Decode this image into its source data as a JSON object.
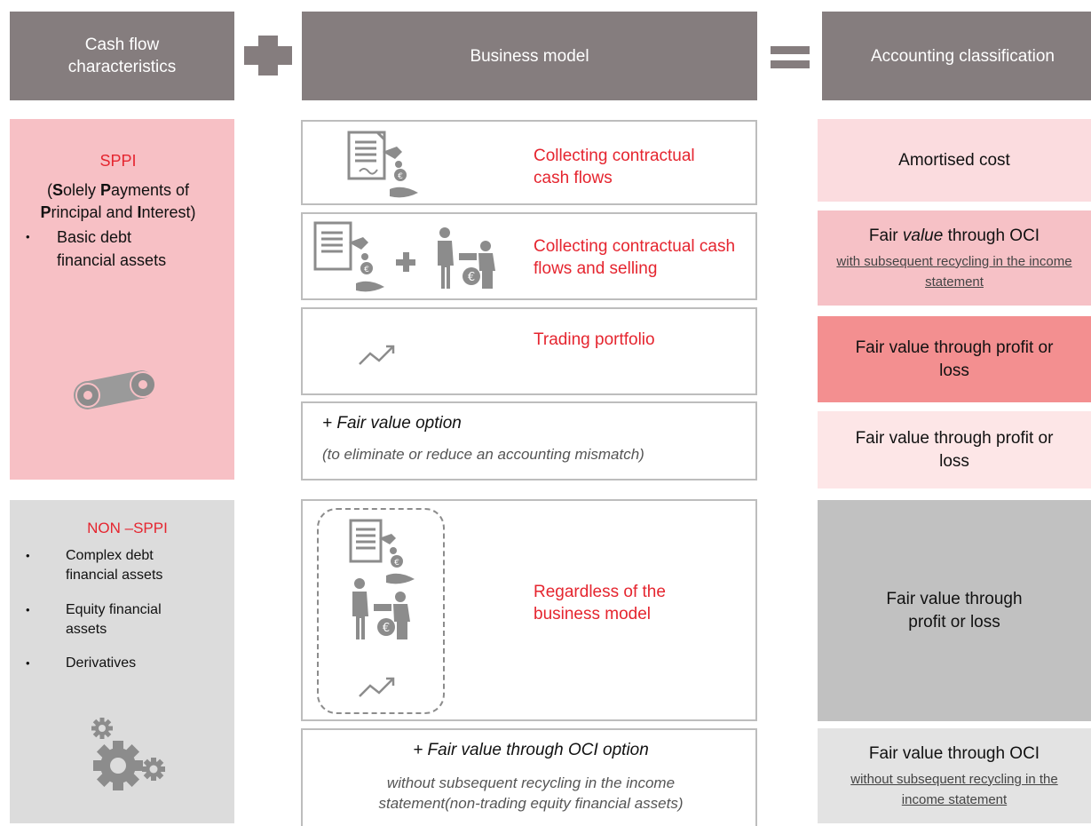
{
  "headers": {
    "cash_flow": "Cash flow characteristics",
    "business_model": "Business model",
    "accounting": "Accounting classification"
  },
  "sppi": {
    "title": "SPPI",
    "desc_line1_p1": "S",
    "desc_line1_p2": "olely ",
    "desc_line1_p3": "P",
    "desc_line1_p4": "ayments of",
    "desc_line2_p1": "P",
    "desc_line2_p2": "rincipal and ",
    "desc_line2_p3": "I",
    "desc_line2_p4": "nterest)",
    "desc_open": "(",
    "bullet": "•",
    "item": "Basic debt financial assets"
  },
  "non_sppi": {
    "title": "NON –SPPI",
    "bullet": "•",
    "items": [
      "Complex debt financial assets",
      "Equity financial assets",
      "Derivatives"
    ]
  },
  "business": {
    "collecting": "Collecting contractual cash flows",
    "collecting_selling": "Collecting contractual cash flows and selling",
    "trading": "Trading portfolio",
    "fvo_title": "+ Fair value option",
    "fvo_sub": "(to eliminate or reduce an accounting mismatch)",
    "regardless": "Regardless of the business model",
    "oci_option_title": "+ Fair value through OCI option",
    "oci_option_sub": "without subsequent recycling in the income statement(non-trading equity financial assets)"
  },
  "results": {
    "amortised": "Amortised cost",
    "fv_oci_a": "Fair ",
    "fv_oci_b": "value",
    "fv_oci_c": " through OCI",
    "fv_oci_sub": "with subsequent recycling in the income statement",
    "fvpl_trading": "Fair value through profit or loss",
    "fvpl_option": "Fair value through profit or loss",
    "fvpl_non_sppi": "Fair value through profit or loss",
    "fv_oci_equity": "Fair value through OCI",
    "fv_oci_equity_sub": "without subsequent recycling in the income statement"
  },
  "colors": {
    "header_bg": "#857d7e",
    "sppi_bg": "#f7c0c5",
    "non_sppi_bg": "#dcdcdc",
    "accent_red": "#e5252f",
    "amortised_bg": "#fbdcdf",
    "fv_oci_bg": "#f6c1c6",
    "fvpl_trading_bg": "#f38f90",
    "fvpl_option_bg": "#fde6e7",
    "fvpl_non_sppi_bg": "#c1c1c1",
    "fv_oci_equity_bg": "#e3e3e3",
    "icon_gray": "#8c8c8c"
  }
}
